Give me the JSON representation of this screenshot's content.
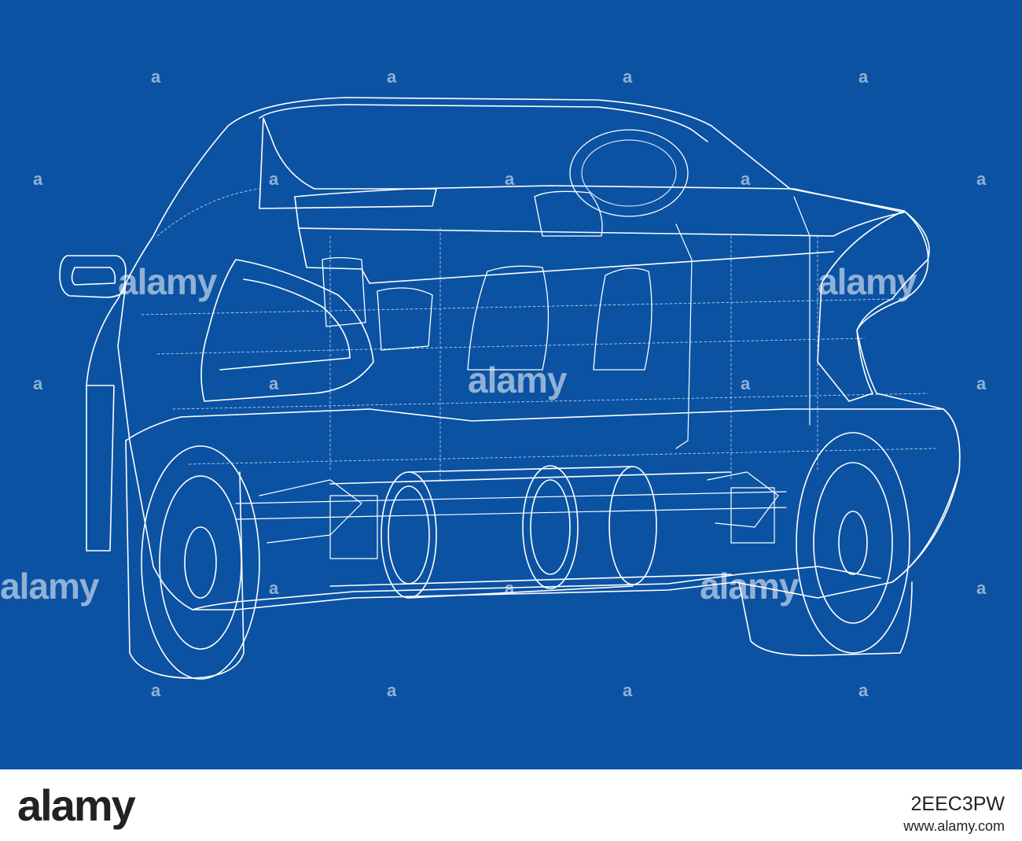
{
  "image": {
    "subject": "car-wireframe",
    "background_color": "#0b52a3",
    "line_color": "#ffffff"
  },
  "watermark": {
    "text": "alamy",
    "glyph": "a",
    "color": "rgba(255,255,255,0.55)"
  },
  "footer": {
    "logo": "alamy",
    "image_id": "2EEC3PW",
    "url": "www.alamy.com"
  }
}
